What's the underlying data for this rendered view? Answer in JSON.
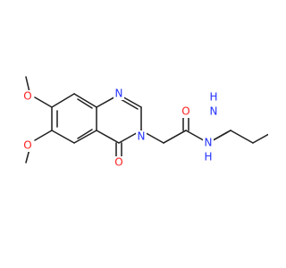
{
  "diagram": {
    "colors": {
      "background": "#ffffff",
      "bond": "#222222",
      "nitrogen": "#2332ff",
      "oxygen": "#ff1f1f"
    },
    "atoms": {
      "n1": "N",
      "n3": "N",
      "o4": "O",
      "o6": "O",
      "o7": "O",
      "o_amide": "O",
      "n_amide": "N",
      "h_amide": "H",
      "n_indole": "N",
      "h_indole": "H"
    }
  }
}
